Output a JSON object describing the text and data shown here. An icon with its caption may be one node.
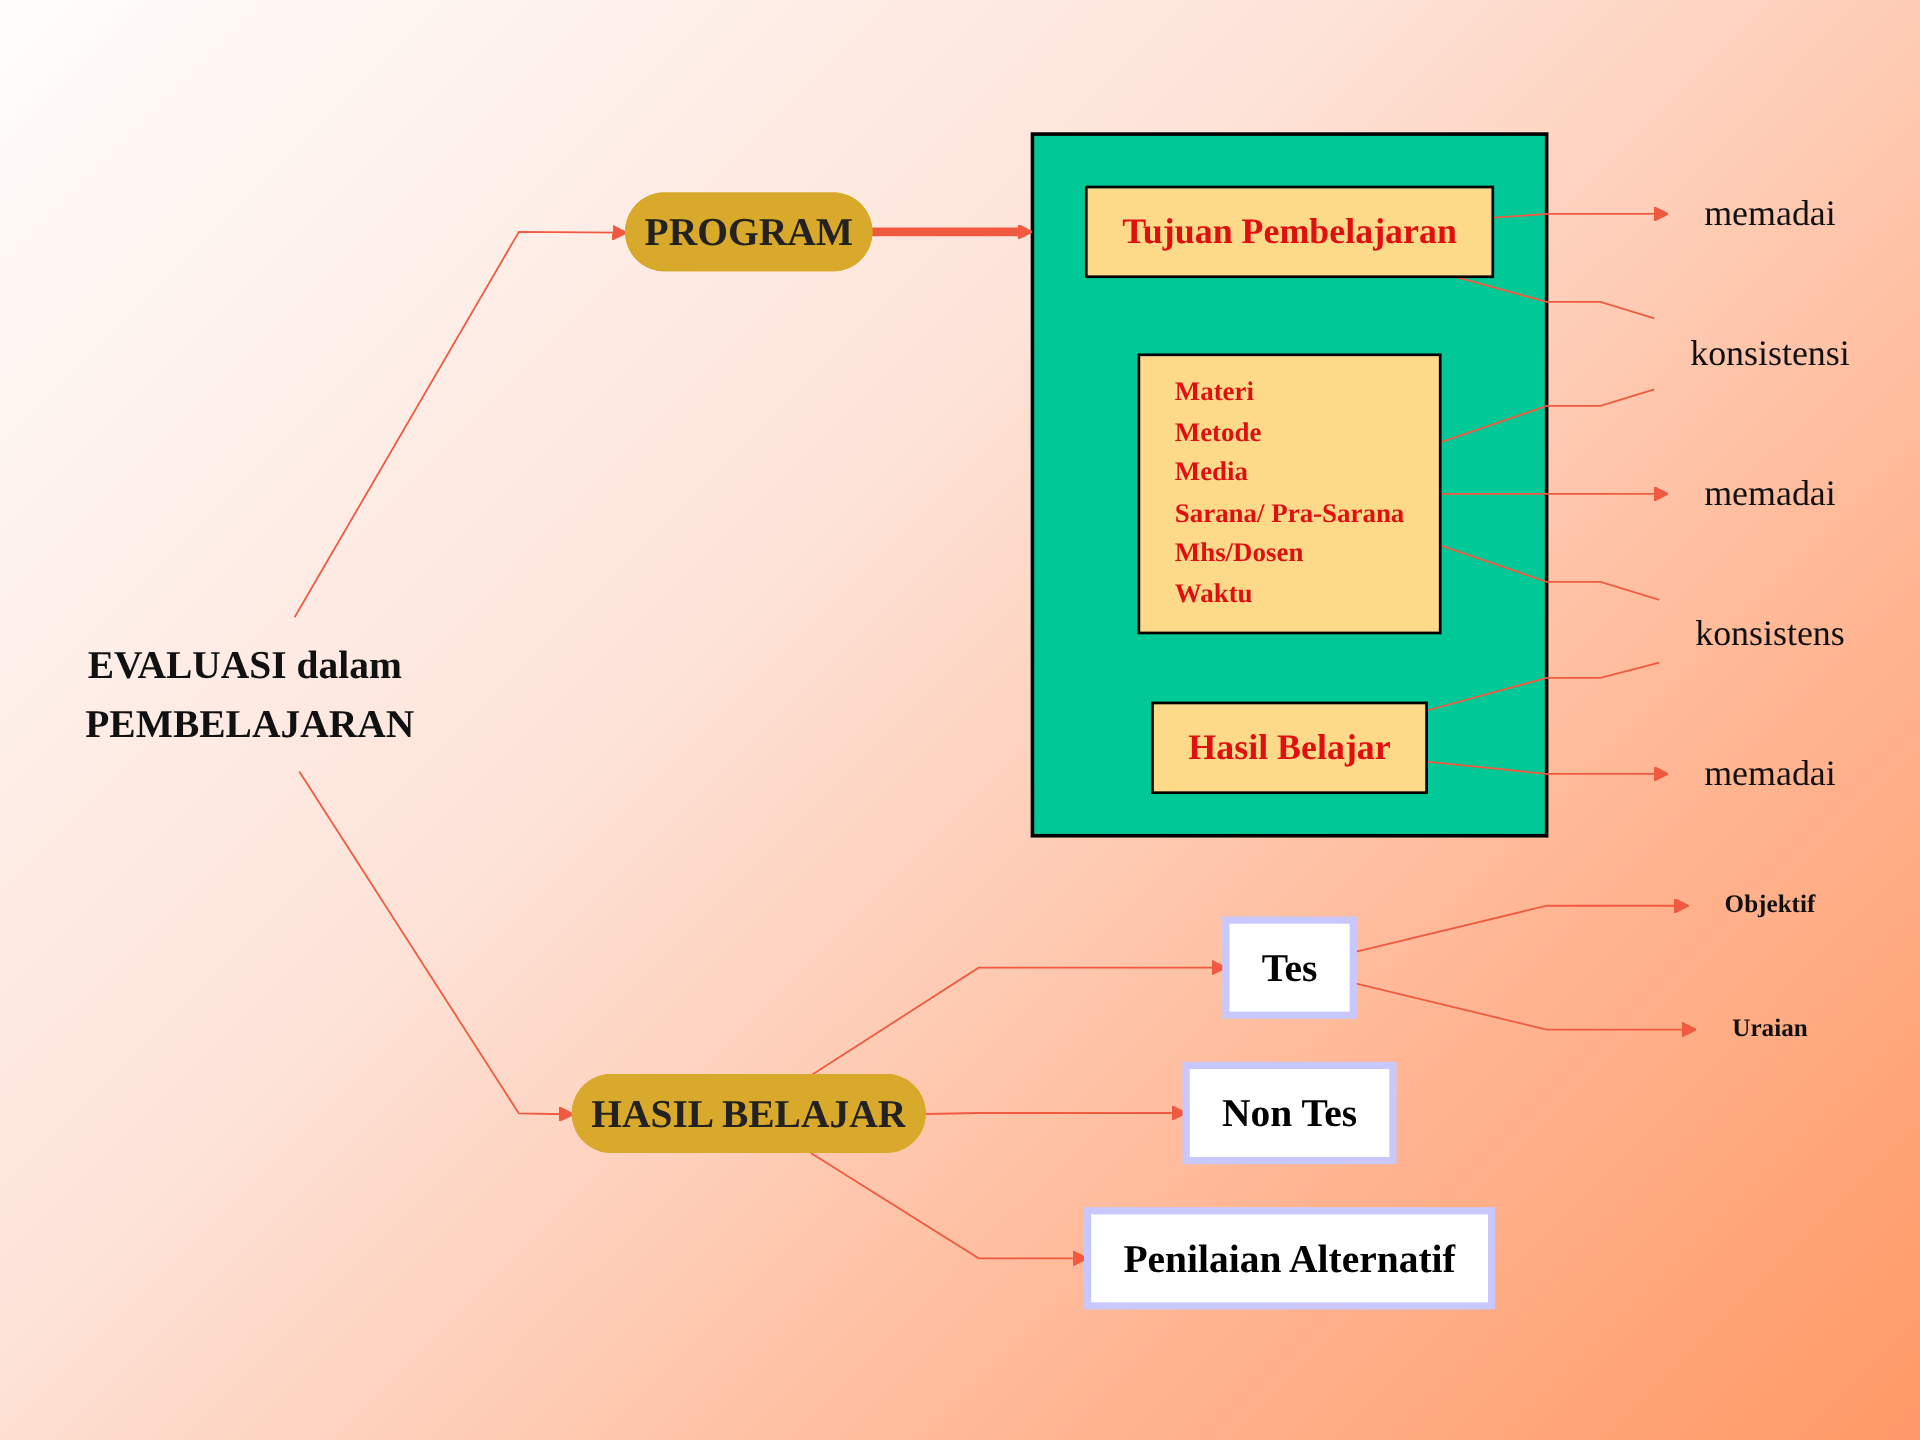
{
  "diagram": {
    "nodes": [
      {
        "text": [
          "EVALUASI dalam PEMBELAJARAN"
        ]
      },
      {
        "text": [
          "PROGRAM"
        ]
      },
      {
        "text": [
          "HASIL BELAJAR"
        ]
      },
      {
        "text": [],
        "shape": "box"
      },
      {
        "text": [
          "Tujuan Pembelajaran"
        ],
        "in": 3
      },
      {
        "text": [
          "Materi",
          "Metode",
          "Media",
          "Sarana/ Pra-Sarana",
          "Mhs/Dosen",
          "Waktu"
        ],
        "in": 3
      },
      {
        "text": [
          "Hasil Belajar"
        ],
        "in": 3
      },
      {
        "text": [
          "memadai"
        ]
      },
      {
        "text": [
          "konsistensi"
        ]
      },
      {
        "text": [
          "memadai"
        ]
      },
      {
        "text": [
          "konsistens"
        ]
      },
      {
        "text": [
          "memadai"
        ]
      },
      {
        "text": [
          "Tes"
        ]
      },
      {
        "text": [
          "Non Tes"
        ]
      },
      {
        "text": [
          "Penilaian Alternatif"
        ]
      },
      {
        "text": [
          "Objektif"
        ]
      },
      {
        "text": [
          "Uraian"
        ]
      }
    ],
    "edges": [
      {
        "from": 0,
        "to": 1,
        "arrow": "to"
      },
      {
        "from": 0,
        "to": 2,
        "arrow": "to"
      },
      {
        "from": 1,
        "to": 3,
        "arrow": "to",
        "style": "thick"
      },
      {
        "from": 4,
        "to": 7,
        "arrow": "to"
      },
      {
        "from": 4,
        "to": 8,
        "arrow": "none"
      },
      {
        "from": 5,
        "to": 8,
        "arrow": "none"
      },
      {
        "from": 5,
        "to": 9,
        "arrow": "to"
      },
      {
        "from": 5,
        "to": 10,
        "arrow": "none"
      },
      {
        "from": 6,
        "to": 10,
        "arrow": "none"
      },
      {
        "from": 6,
        "to": 11,
        "arrow": "to"
      },
      {
        "from": 2,
        "to": 12,
        "arrow": "to"
      },
      {
        "from": 2,
        "to": 13,
        "arrow": "to"
      },
      {
        "from": 2,
        "to": 14,
        "arrow": "to"
      },
      {
        "from": 12,
        "to": 15,
        "arrow": "to"
      },
      {
        "from": 12,
        "to": 16,
        "arrow": "to"
      }
    ]
  }
}
